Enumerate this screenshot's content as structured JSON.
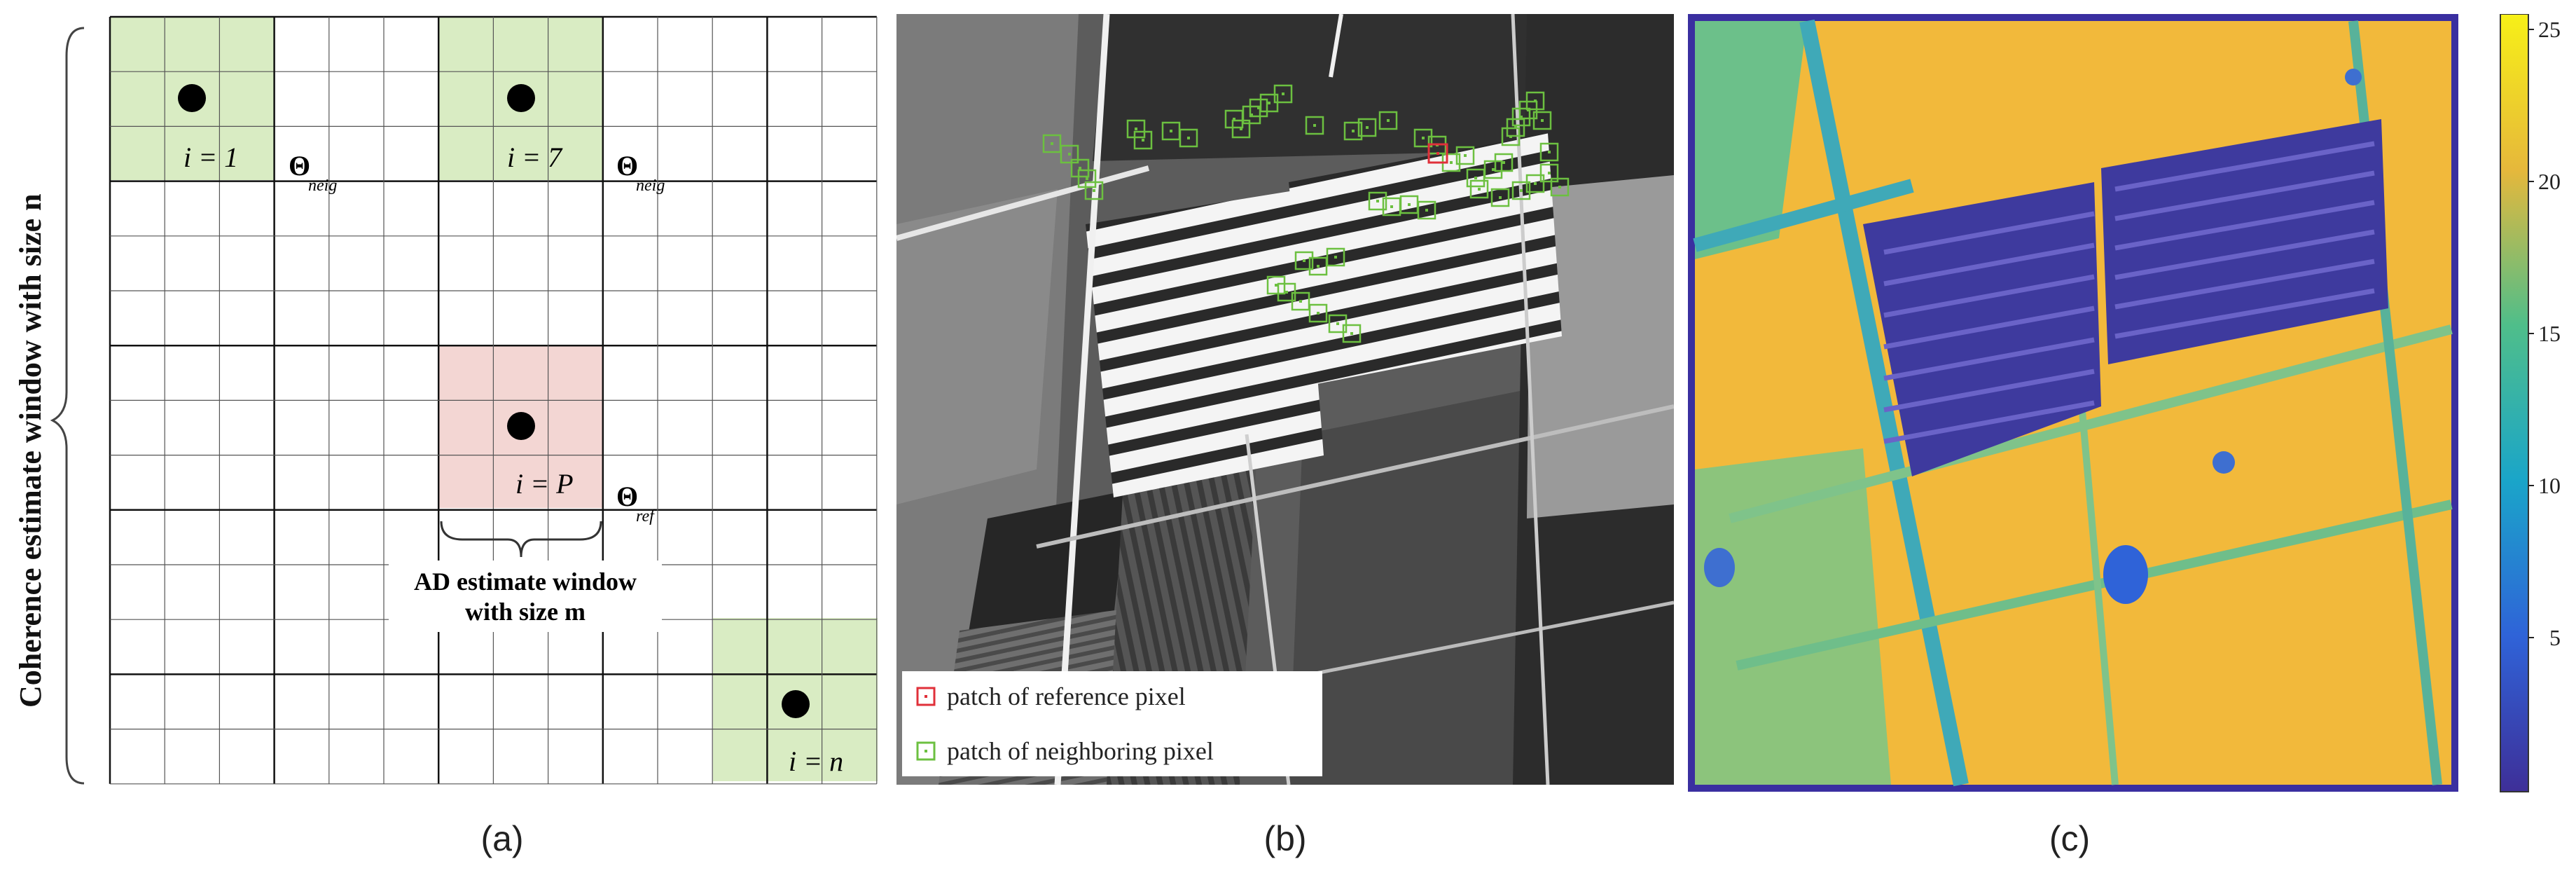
{
  "panel_a": {
    "vertical_label": "Coherence estimate window with size n",
    "labels": {
      "i1": "i = 1",
      "i7": "i = 7",
      "iP": "i = P",
      "in": "i = n",
      "theta_neig_1": "Θ",
      "theta_neig_1_sub": "neig",
      "theta_neig_2": "Θ",
      "theta_neig_2_sub": "neig",
      "theta_ref": "Θ",
      "theta_ref_sub": "ref",
      "ad_window_line1": "AD estimate window",
      "ad_window_line2": "with size m"
    },
    "colors": {
      "neighbor_fill": "#d9ecc3",
      "reference_fill": "#f3d6d3",
      "grid": "#222222"
    }
  },
  "panel_b": {
    "legend": [
      {
        "label": "patch of reference pixel",
        "color": "#e0303a"
      },
      {
        "label": "patch of neighboring pixel",
        "color": "#6cc040"
      }
    ]
  },
  "panel_c": {
    "colorbar_ticks": [
      "25",
      "20",
      "15",
      "10",
      "5"
    ],
    "colors": {
      "frame": "#3a2fa0",
      "high": "#f5b93a",
      "mid": "#4fb78a",
      "low": "#3e3a9e"
    }
  },
  "captions": {
    "a": "(a)",
    "b": "(b)",
    "c": "(c)"
  }
}
